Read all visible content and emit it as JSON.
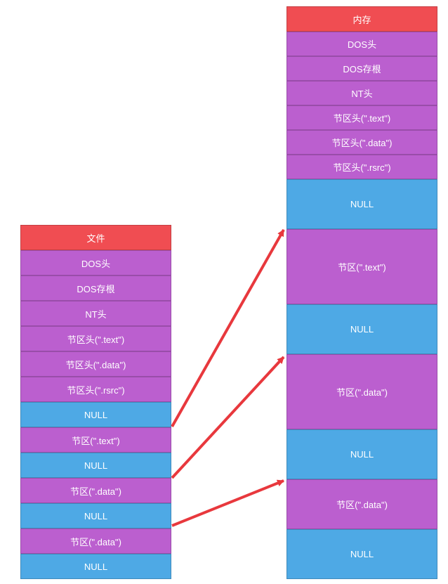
{
  "file_column": {
    "title": "文件",
    "blocks": [
      {
        "label": "DOS头",
        "kind": "purple"
      },
      {
        "label": "DOS存根",
        "kind": "purple"
      },
      {
        "label": "NT头",
        "kind": "purple"
      },
      {
        "label": "节区头(\".text\")",
        "kind": "purple"
      },
      {
        "label": "节区头(\".data\")",
        "kind": "purple"
      },
      {
        "label": "节区头(\".rsrc\")",
        "kind": "purple"
      },
      {
        "label": "NULL",
        "kind": "blue"
      },
      {
        "label": "节区(\".text\")",
        "kind": "purple"
      },
      {
        "label": "NULL",
        "kind": "blue"
      },
      {
        "label": "节区(\".data\")",
        "kind": "purple"
      },
      {
        "label": "NULL",
        "kind": "blue"
      },
      {
        "label": "节区(\".data\")",
        "kind": "purple"
      },
      {
        "label": "NULL",
        "kind": "blue"
      }
    ]
  },
  "memory_column": {
    "title": "内存",
    "blocks": [
      {
        "label": "DOS头",
        "kind": "purple"
      },
      {
        "label": "DOS存根",
        "kind": "purple"
      },
      {
        "label": "NT头",
        "kind": "purple"
      },
      {
        "label": "节区头(\".text\")",
        "kind": "purple"
      },
      {
        "label": "节区头(\".data\")",
        "kind": "purple"
      },
      {
        "label": "节区头(\".rsrc\")",
        "kind": "purple"
      },
      {
        "label": "NULL",
        "kind": "blue"
      },
      {
        "label": "节区(\".text\")",
        "kind": "purple"
      },
      {
        "label": "NULL",
        "kind": "blue"
      },
      {
        "label": "节区(\".data\")",
        "kind": "purple"
      },
      {
        "label": "NULL",
        "kind": "blue"
      },
      {
        "label": "节区(\".data\")",
        "kind": "purple"
      },
      {
        "label": "NULL",
        "kind": "blue"
      }
    ]
  },
  "colors": {
    "header": "#f04d52",
    "purple": "#bb5fcf",
    "blue": "#4ea9e5",
    "arrow": "#e8383d"
  }
}
